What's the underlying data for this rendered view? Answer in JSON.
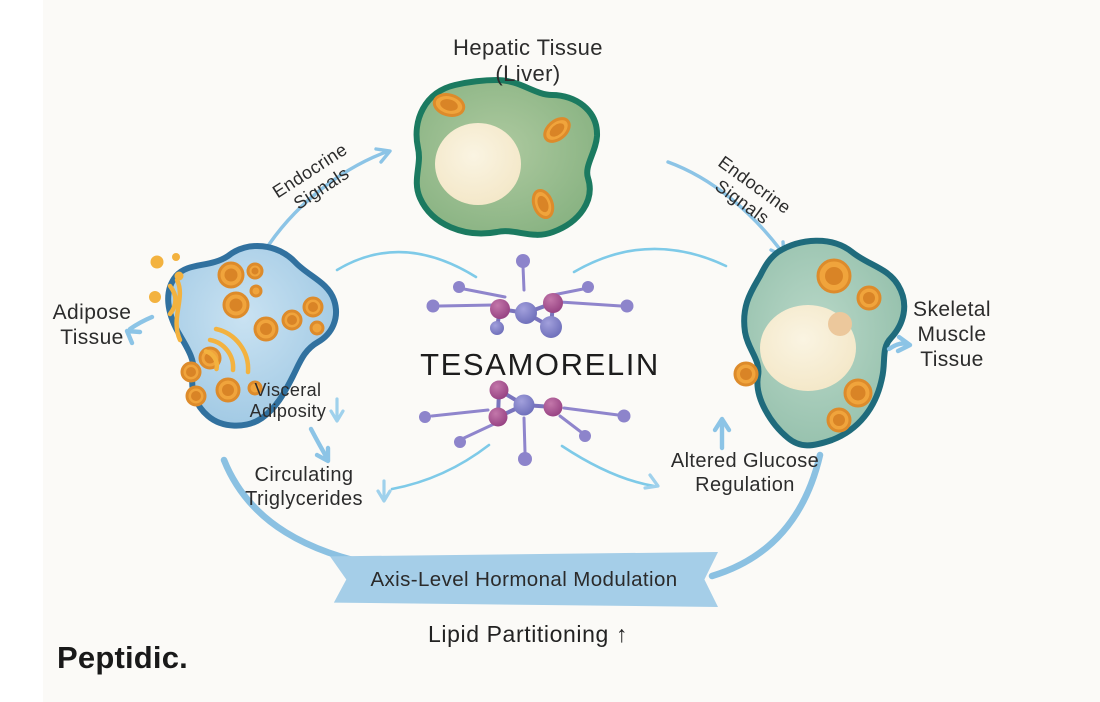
{
  "title": "TESAMORELIN",
  "brand": "Peptidic.",
  "banner": "Axis-Level Hormonal Modulation",
  "footer_note": "Lipid Partitioning ↑",
  "nodes": {
    "hepatic": {
      "line1": "Hepatic Tissue",
      "line2": "(Liver)"
    },
    "adipose": {
      "line1": "Adipose",
      "line2": "Tissue"
    },
    "skeletal": {
      "line1": "Skeletal",
      "line2": "Muscle",
      "line3": "Tissue"
    }
  },
  "labels": {
    "endocrine_left": {
      "line1": "Endocrine",
      "line2": "Signals"
    },
    "endocrine_right": {
      "line1": "Endocrine",
      "line2": "Signals"
    },
    "visceral": {
      "line1": "Visceral",
      "line2": "Adiposity"
    },
    "circulating": {
      "line1": "Circulating",
      "line2": "Triglycerides"
    },
    "altered_glucose": {
      "line1": "Altered Glucose",
      "line2": "Regulation"
    }
  },
  "colors": {
    "arrow_blue": "#8cc4e6",
    "arrow_blue_light": "#9fd1ec",
    "arc_cyan": "#7ecae8",
    "thick_curve": "#8bc1e2",
    "banner_bg": "#a5cee8",
    "text_dark": "#2c2c2c",
    "hepatic_border": "#1b7a60",
    "adipose_border": "#31719f",
    "muscle_border": "#1f6b7c",
    "organelle_orange": "#f0a43c",
    "organelle_rim": "#dd8b2b",
    "molecule_spoke": "#8f85cc",
    "accent_yellow": "#f3b23f"
  }
}
